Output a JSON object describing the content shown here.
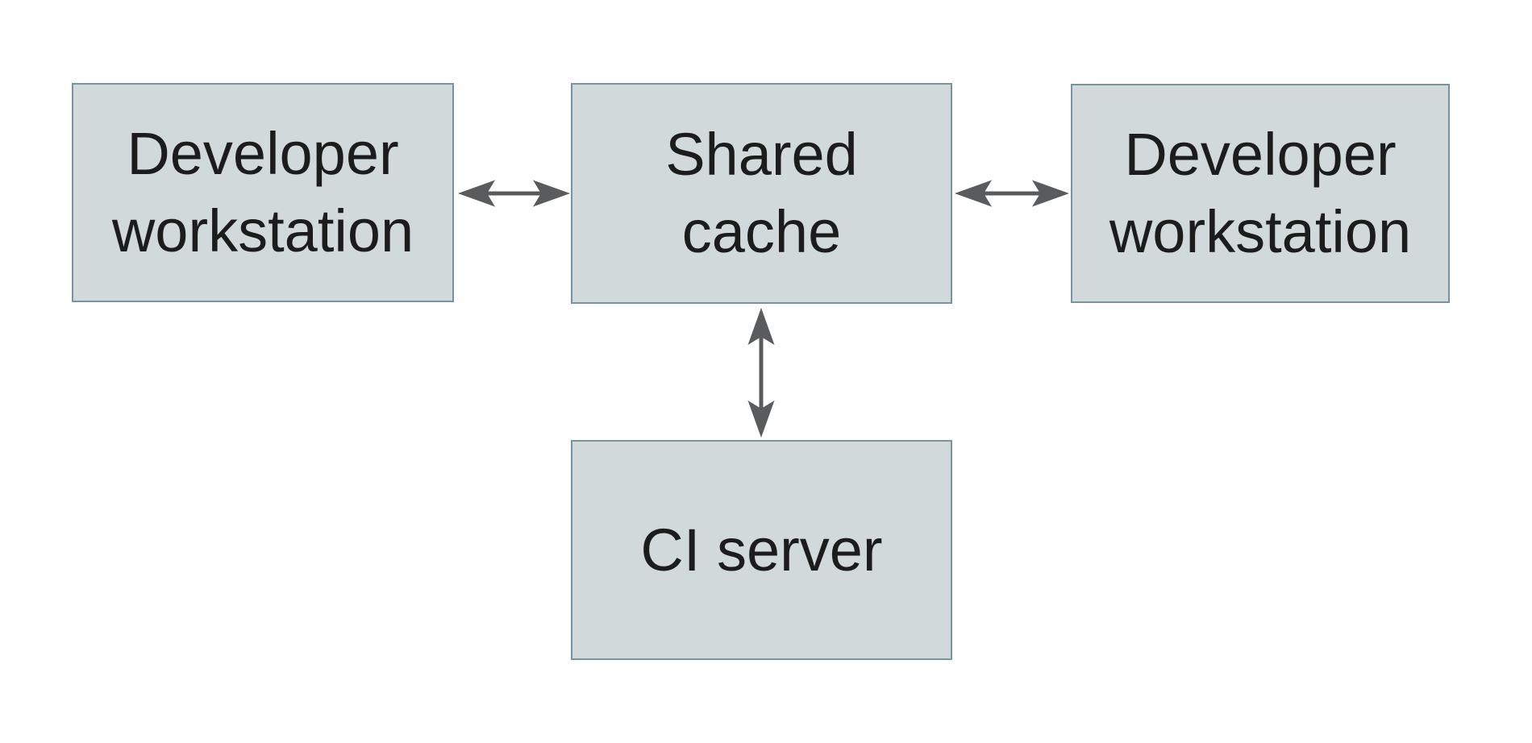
{
  "diagram": {
    "type": "architecture-diagram",
    "background_color": "#ffffff",
    "nodes": [
      {
        "id": "developer-workstation-left",
        "label": "Developer\nworkstation"
      },
      {
        "id": "shared-cache",
        "label": "Shared\ncache"
      },
      {
        "id": "developer-workstation-right",
        "label": "Developer\nworkstation"
      },
      {
        "id": "ci-server",
        "label": "CI server"
      }
    ],
    "edges": [
      {
        "from": "developer-workstation-left",
        "to": "shared-cache",
        "direction": "bidirectional"
      },
      {
        "from": "developer-workstation-right",
        "to": "shared-cache",
        "direction": "bidirectional"
      },
      {
        "from": "ci-server",
        "to": "shared-cache",
        "direction": "bidirectional"
      }
    ],
    "colors": {
      "node_fill": "#d2d9db",
      "node_border": "#7a93a0",
      "arrow": "#5a5b5d",
      "text": "#1c1c1c"
    }
  }
}
